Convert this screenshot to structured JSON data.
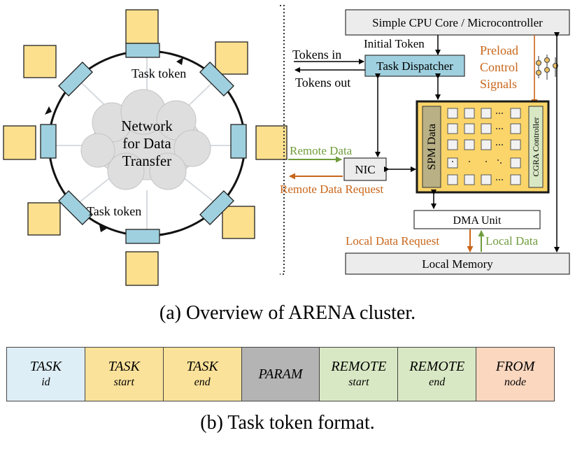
{
  "ring": {
    "center_label": [
      "Network",
      "for Data",
      "Transfer"
    ],
    "token_label_top": "Task token",
    "token_label_bottom": "Task token"
  },
  "cluster": {
    "cpu_label": "Simple CPU Core / Microcontroller",
    "initial_token": "Initial Token",
    "tokens_in": "Tokens in",
    "tokens_out": "Tokens out",
    "dispatcher": "Task Dispatcher",
    "preload": [
      "Preload",
      "Control",
      "Signals"
    ],
    "spm": "SPM Data",
    "cgra_controller": "CGRA Controller",
    "remote_data": "Remote Data",
    "remote_data_request": "Remote Data Request",
    "nic": "NIC",
    "dma": "DMA Unit",
    "local_data_request": "Local Data Request",
    "local_data": "Local Data",
    "local_memory": "Local Memory"
  },
  "captions": {
    "a": "(a) Overview of ARENA cluster.",
    "b": "(b) Task token format."
  },
  "token_fields": [
    {
      "top": "TASK",
      "bottom": "id",
      "color": "#deeef6"
    },
    {
      "top": "TASK",
      "bottom": "start",
      "color": "#fbe29a"
    },
    {
      "top": "TASK",
      "bottom": "end",
      "color": "#fbe29a"
    },
    {
      "top": "PARAM",
      "bottom": "",
      "color": "#b4b4b4"
    },
    {
      "top": "REMOTE",
      "bottom": "start",
      "color": "#d9e8c4"
    },
    {
      "top": "REMOTE",
      "bottom": "end",
      "color": "#d9e8c4"
    },
    {
      "top": "FROM",
      "bottom": "node",
      "color": "#fbd7c0"
    }
  ],
  "colors": {
    "node_yellow": "#fde08e",
    "router_blue": "#9fd0df",
    "gray_box": "#ececec",
    "orange": "#c8661b",
    "green": "#6f9c3c",
    "cgra_border": "#1a1a1a",
    "cgra_fill": "#fbd569",
    "spm_fill": "#b9b085"
  }
}
